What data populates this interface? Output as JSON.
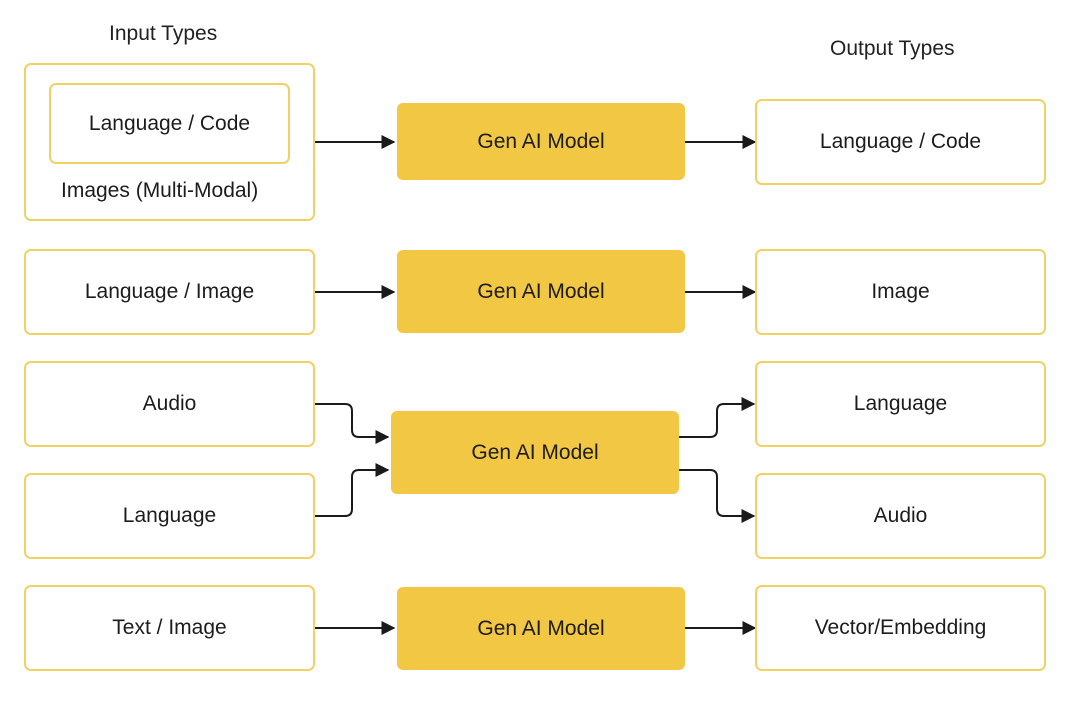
{
  "headings": {
    "input": "Input Types",
    "output": "Output Types"
  },
  "rows": [
    {
      "inputs": [
        "Language / Code"
      ],
      "input_caption": "Images (Multi-Modal)",
      "model": "Gen AI Model",
      "outputs": [
        "Language / Code"
      ]
    },
    {
      "inputs": [
        "Language / Image"
      ],
      "model": "Gen AI Model",
      "outputs": [
        "Image"
      ]
    },
    {
      "inputs": [
        "Audio",
        "Language"
      ],
      "model": "Gen AI Model",
      "outputs": [
        "Language",
        "Audio"
      ]
    },
    {
      "inputs": [
        "Text / Image"
      ],
      "model": "Gen AI Model",
      "outputs": [
        "Vector/Embedding"
      ]
    }
  ],
  "colors": {
    "box_border": "#f0d166",
    "model_fill": "#f2c744",
    "arrow": "#1a1a1a"
  }
}
